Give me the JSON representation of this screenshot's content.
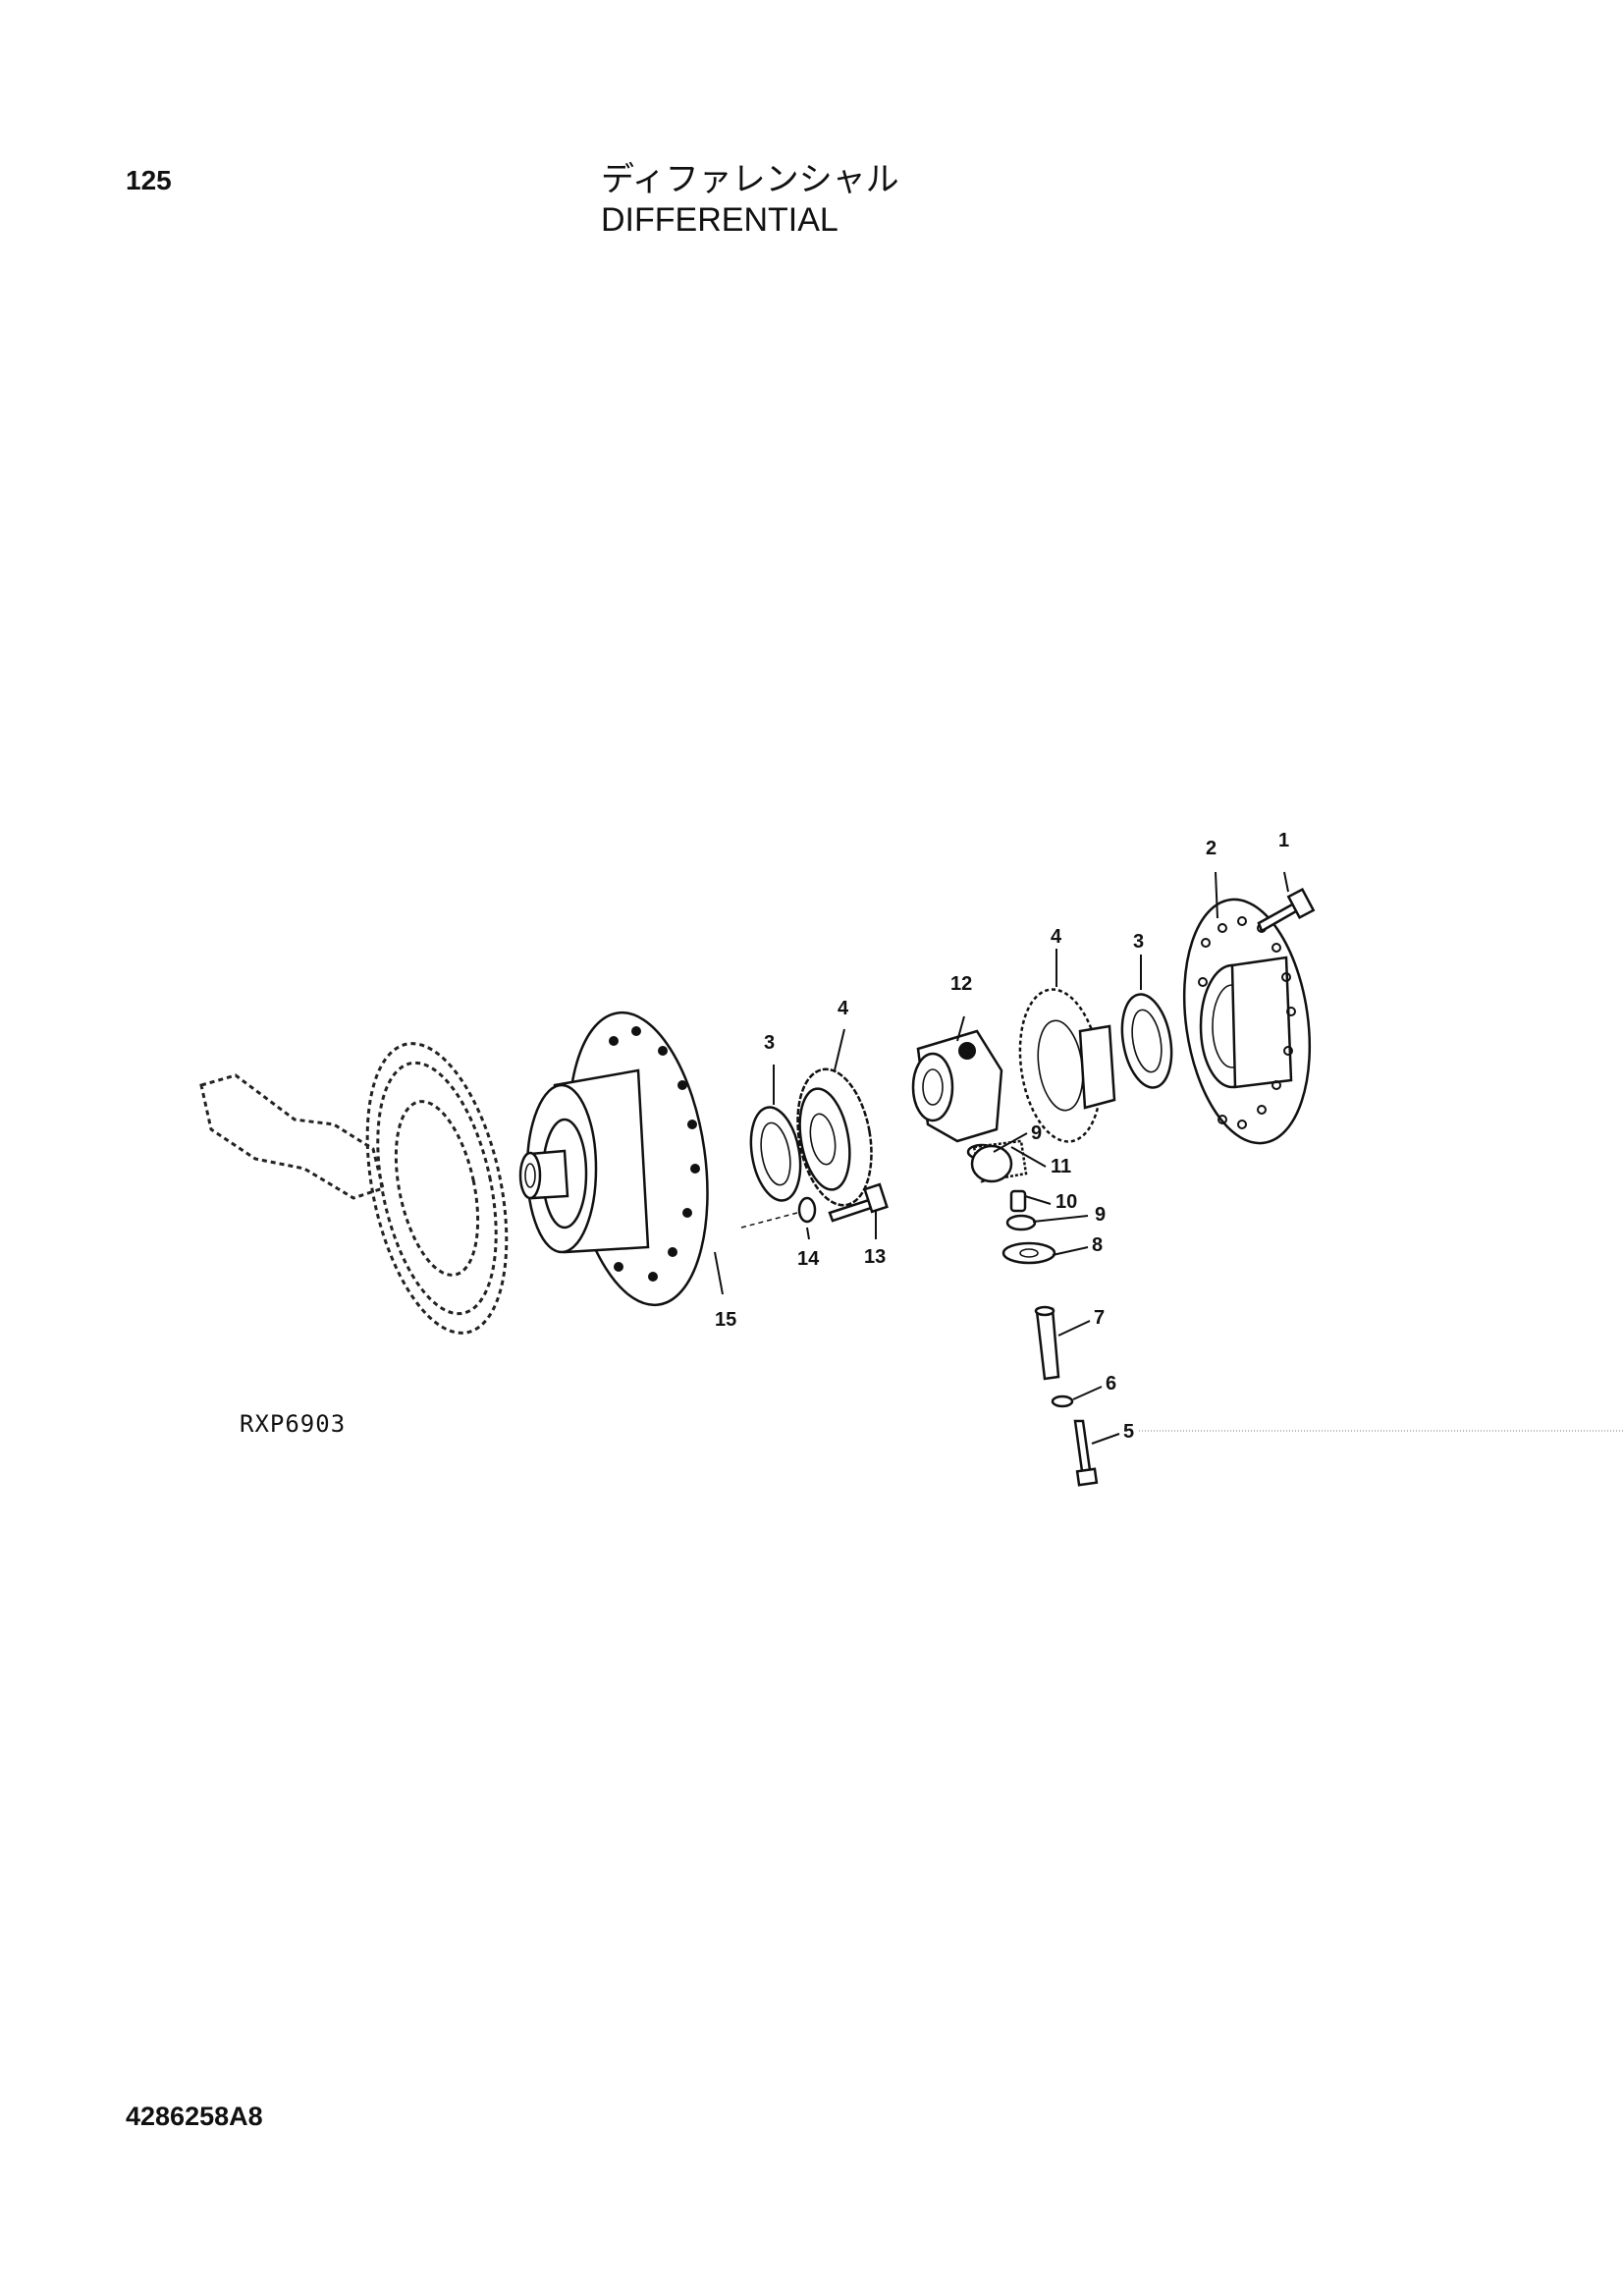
{
  "page": {
    "number": "125",
    "title_jp": "ディファレンシャル",
    "title_en": "DIFFERENTIAL"
  },
  "figure": {
    "ref": "RXP6903"
  },
  "footer": {
    "doc_no": "4286258A8"
  },
  "callouts": [
    "1",
    "2",
    "3",
    "4",
    "12",
    "3",
    "4",
    "9",
    "11",
    "10",
    "9",
    "8",
    "7",
    "6",
    "5",
    "14",
    "13",
    "15"
  ]
}
